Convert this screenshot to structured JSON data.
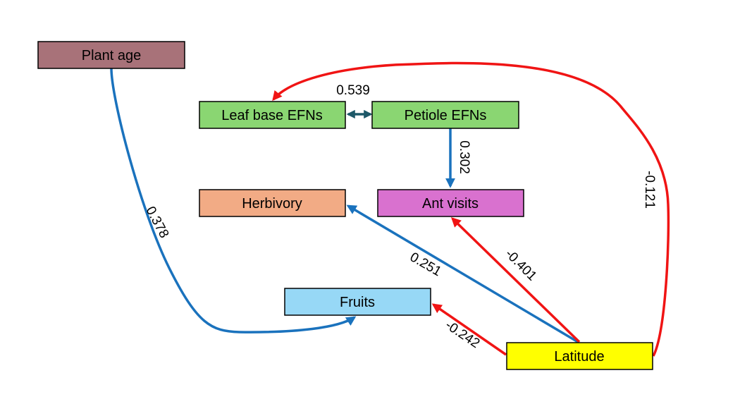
{
  "nodes": {
    "plant_age": {
      "label": "Plant age",
      "color": "#a87279"
    },
    "leaf_base_efns": {
      "label": "Leaf base EFNs",
      "color": "#8ad672"
    },
    "petiole_efns": {
      "label": "Petiole EFNs",
      "color": "#8ad672"
    },
    "herbivory": {
      "label": "Herbivory",
      "color": "#f2ab85"
    },
    "ant_visits": {
      "label": "Ant visits",
      "color": "#d971cf"
    },
    "fruits": {
      "label": "Fruits",
      "color": "#97d8f6"
    },
    "latitude": {
      "label": "Latitude",
      "color": "#ffff00"
    }
  },
  "edges": {
    "plant_age_to_fruits": {
      "coefficient": "0.378",
      "sign": "positive"
    },
    "leaf_base_petiole": {
      "coefficient": "0.539",
      "sign": "correlation"
    },
    "petiole_to_ant_visits": {
      "coefficient": "0.302",
      "sign": "positive"
    },
    "latitude_to_herbivory": {
      "coefficient": "0.251",
      "sign": "positive"
    },
    "latitude_to_ant_visits": {
      "coefficient": "-0.401",
      "sign": "negative"
    },
    "latitude_to_fruits": {
      "coefficient": "-0.242",
      "sign": "negative"
    },
    "latitude_to_leaf_base": {
      "coefficient": "-0.121",
      "sign": "negative"
    }
  },
  "colors": {
    "positive": "#1a72bd",
    "negative": "#f01414",
    "correlation": "#1d5868"
  }
}
